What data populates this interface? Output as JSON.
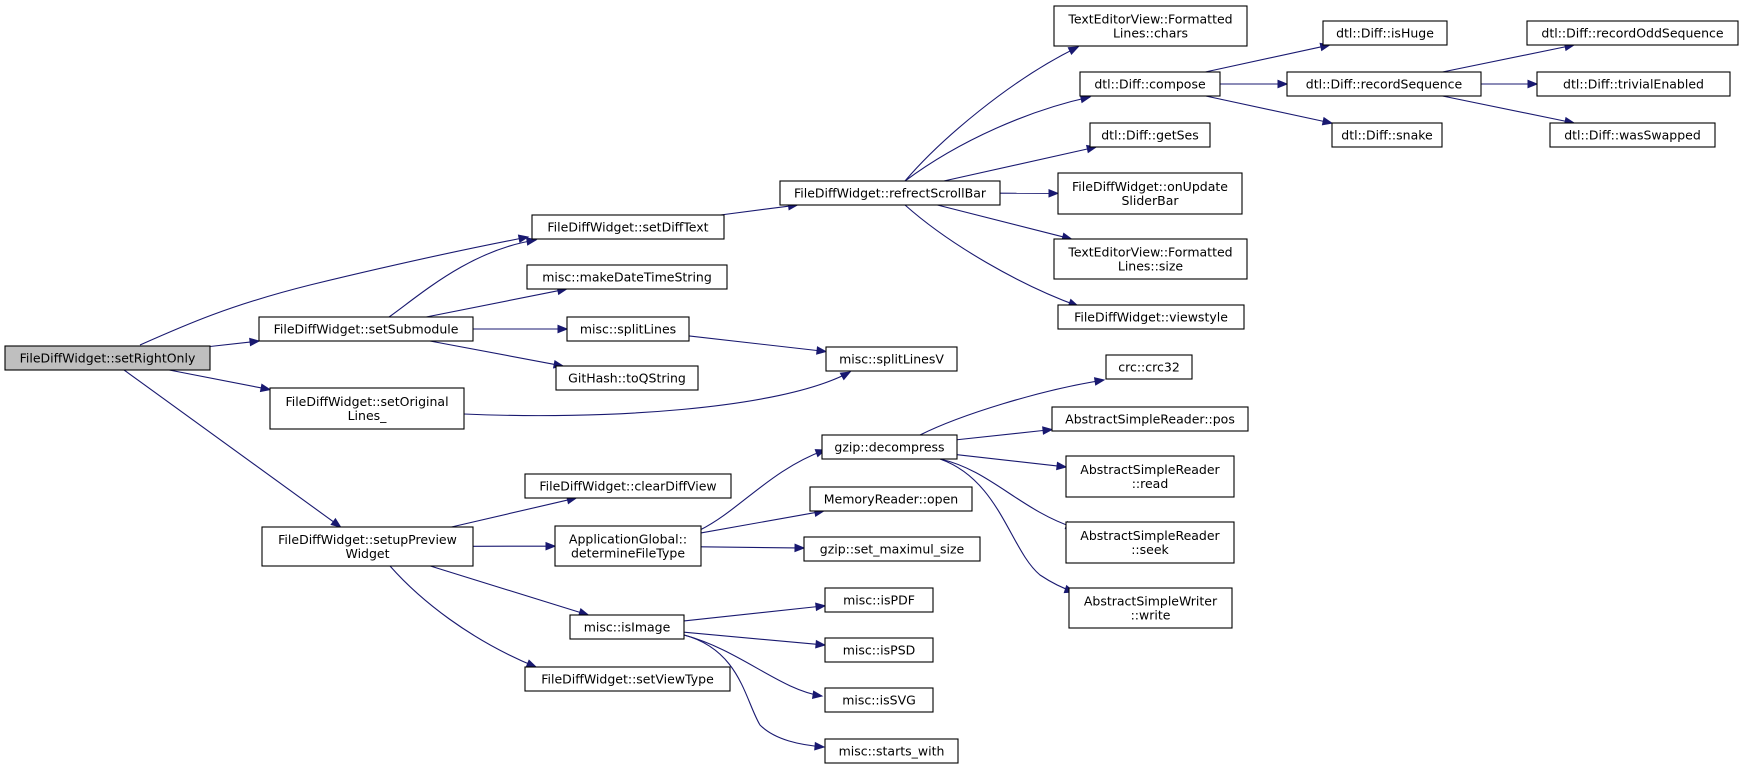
{
  "diagram": {
    "type": "call-graph",
    "colors": {
      "edge": "#191970",
      "root_fill": "#bfbfbf",
      "node_fill": "#ffffff",
      "border": "#000000"
    },
    "nodes": {
      "setRightOnly": {
        "lines": [
          "FileDiffWidget::setRightOnly"
        ]
      },
      "setDiffText": {
        "lines": [
          "FileDiffWidget::setDiffText"
        ]
      },
      "setSubmodule": {
        "lines": [
          "FileDiffWidget::setSubmodule"
        ]
      },
      "setOriginalLines": {
        "lines": [
          "FileDiffWidget::setOriginal",
          "Lines_"
        ]
      },
      "setupPreviewWidget": {
        "lines": [
          "FileDiffWidget::setupPreview",
          "Widget"
        ]
      },
      "refrectScrollBar": {
        "lines": [
          "FileDiffWidget::refrectScrollBar"
        ]
      },
      "makeDateTimeString": {
        "lines": [
          "misc::makeDateTimeString"
        ]
      },
      "splitLines": {
        "lines": [
          "misc::splitLines"
        ]
      },
      "toQString": {
        "lines": [
          "GitHash::toQString"
        ]
      },
      "splitLinesV": {
        "lines": [
          "misc::splitLinesV"
        ]
      },
      "clearDiffView": {
        "lines": [
          "FileDiffWidget::clearDiffView"
        ]
      },
      "determineFileType": {
        "lines": [
          "ApplicationGlobal::",
          "determineFileType"
        ]
      },
      "isImage": {
        "lines": [
          "misc::isImage"
        ]
      },
      "setViewType": {
        "lines": [
          "FileDiffWidget::setViewType"
        ]
      },
      "fmtChars": {
        "lines": [
          "TextEditorView::Formatted",
          "Lines::chars"
        ]
      },
      "compose": {
        "lines": [
          "dtl::Diff::compose"
        ]
      },
      "getSes": {
        "lines": [
          "dtl::Diff::getSes"
        ]
      },
      "onUpdateSliderBar": {
        "lines": [
          "FileDiffWidget::onUpdate",
          "SliderBar"
        ]
      },
      "fmtSize": {
        "lines": [
          "TextEditorView::Formatted",
          "Lines::size"
        ]
      },
      "viewstyle": {
        "lines": [
          "FileDiffWidget::viewstyle"
        ]
      },
      "isHuge": {
        "lines": [
          "dtl::Diff::isHuge"
        ]
      },
      "recordSequence": {
        "lines": [
          "dtl::Diff::recordSequence"
        ]
      },
      "snake": {
        "lines": [
          "dtl::Diff::snake"
        ]
      },
      "recordOddSequence": {
        "lines": [
          "dtl::Diff::recordOddSequence"
        ]
      },
      "trivialEnabled": {
        "lines": [
          "dtl::Diff::trivialEnabled"
        ]
      },
      "wasSwapped": {
        "lines": [
          "dtl::Diff::wasSwapped"
        ]
      },
      "decompress": {
        "lines": [
          "gzip::decompress"
        ]
      },
      "memOpen": {
        "lines": [
          "MemoryReader::open"
        ]
      },
      "setMaximulSize": {
        "lines": [
          "gzip::set_maximul_size"
        ]
      },
      "crc32": {
        "lines": [
          "crc::crc32"
        ]
      },
      "readerPos": {
        "lines": [
          "AbstractSimpleReader::pos"
        ]
      },
      "readerRead": {
        "lines": [
          "AbstractSimpleReader",
          "::read"
        ]
      },
      "readerSeek": {
        "lines": [
          "AbstractSimpleReader",
          "::seek"
        ]
      },
      "writerWrite": {
        "lines": [
          "AbstractSimpleWriter",
          "::write"
        ]
      },
      "isPDF": {
        "lines": [
          "misc::isPDF"
        ]
      },
      "isPSD": {
        "lines": [
          "misc::isPSD"
        ]
      },
      "isSVG": {
        "lines": [
          "misc::isSVG"
        ]
      },
      "startsWith": {
        "lines": [
          "misc::starts_with"
        ]
      }
    },
    "edges": [
      [
        "setRightOnly",
        "setDiffText"
      ],
      [
        "setRightOnly",
        "setSubmodule"
      ],
      [
        "setRightOnly",
        "setOriginalLines"
      ],
      [
        "setRightOnly",
        "setupPreviewWidget"
      ],
      [
        "setDiffText",
        "refrectScrollBar"
      ],
      [
        "setSubmodule",
        "setDiffText"
      ],
      [
        "setSubmodule",
        "makeDateTimeString"
      ],
      [
        "setSubmodule",
        "splitLines"
      ],
      [
        "setSubmodule",
        "toQString"
      ],
      [
        "splitLines",
        "splitLinesV"
      ],
      [
        "setOriginalLines",
        "splitLinesV"
      ],
      [
        "setupPreviewWidget",
        "clearDiffView"
      ],
      [
        "setupPreviewWidget",
        "determineFileType"
      ],
      [
        "setupPreviewWidget",
        "isImage"
      ],
      [
        "setupPreviewWidget",
        "setViewType"
      ],
      [
        "refrectScrollBar",
        "fmtChars"
      ],
      [
        "refrectScrollBar",
        "compose"
      ],
      [
        "refrectScrollBar",
        "getSes"
      ],
      [
        "refrectScrollBar",
        "onUpdateSliderBar"
      ],
      [
        "refrectScrollBar",
        "fmtSize"
      ],
      [
        "refrectScrollBar",
        "viewstyle"
      ],
      [
        "compose",
        "isHuge"
      ],
      [
        "compose",
        "recordSequence"
      ],
      [
        "compose",
        "snake"
      ],
      [
        "recordSequence",
        "recordOddSequence"
      ],
      [
        "recordSequence",
        "trivialEnabled"
      ],
      [
        "recordSequence",
        "wasSwapped"
      ],
      [
        "determineFileType",
        "decompress"
      ],
      [
        "determineFileType",
        "memOpen"
      ],
      [
        "determineFileType",
        "setMaximulSize"
      ],
      [
        "decompress",
        "crc32"
      ],
      [
        "decompress",
        "readerPos"
      ],
      [
        "decompress",
        "readerRead"
      ],
      [
        "decompress",
        "readerSeek"
      ],
      [
        "decompress",
        "writerWrite"
      ],
      [
        "isImage",
        "isPDF"
      ],
      [
        "isImage",
        "isPSD"
      ],
      [
        "isImage",
        "isSVG"
      ],
      [
        "isImage",
        "startsWith"
      ]
    ]
  }
}
